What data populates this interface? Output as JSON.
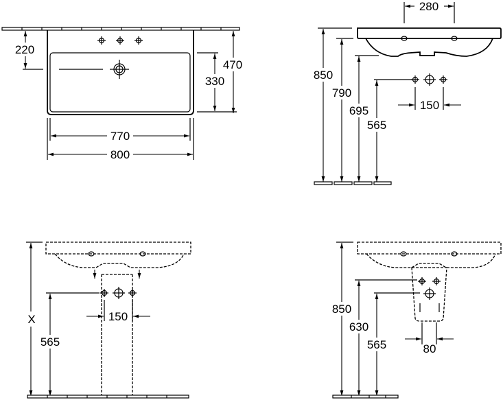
{
  "top_view": {
    "dim_depth_to_drain": "220",
    "dim_inner_depth": "330",
    "dim_outer_depth": "470",
    "dim_inner_width": "770",
    "dim_outer_width": "800"
  },
  "side_view": {
    "dim_hole_spacing": "280",
    "dim_height_top": "850",
    "dim_height_rim": "790",
    "dim_height_bottom": "695",
    "dim_supply_height": "565",
    "dim_supply_spacing": "150"
  },
  "pedestal_view": {
    "dim_variable_height": "X",
    "dim_supply_height": "565",
    "dim_supply_spacing": "150"
  },
  "semi_pedestal_view": {
    "dim_height_top": "850",
    "dim_waste_height": "630",
    "dim_supply_height": "565",
    "dim_supply_spacing": "80"
  }
}
